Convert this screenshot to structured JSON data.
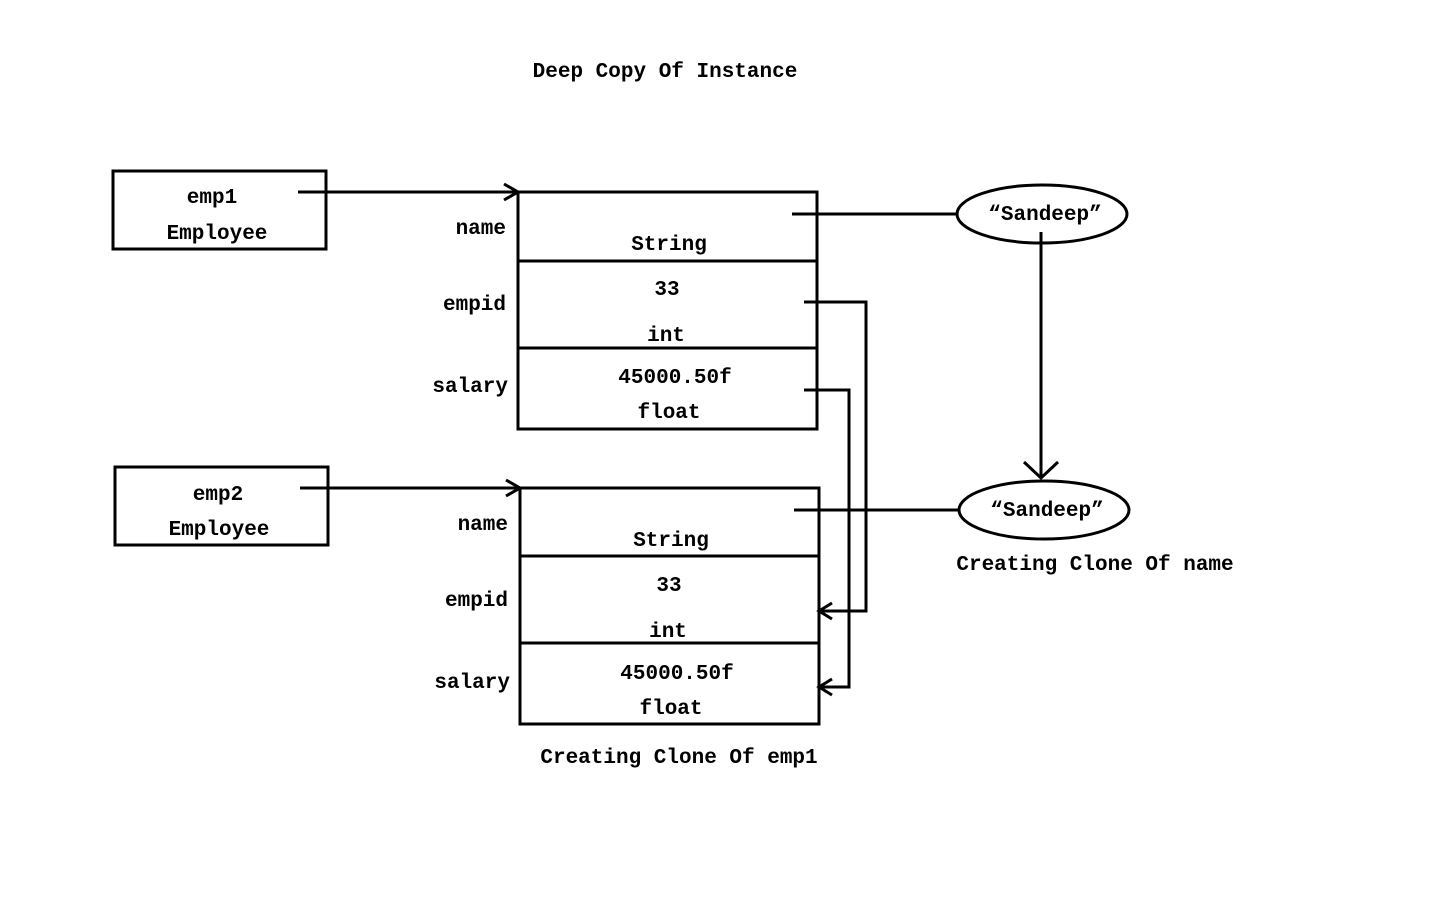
{
  "title": "Deep Copy Of Instance",
  "references": [
    {
      "var": "emp1",
      "type": "Employee"
    },
    {
      "var": "emp2",
      "type": "Employee"
    }
  ],
  "objects": [
    {
      "fields": [
        {
          "label": "name",
          "value": "",
          "type": "String"
        },
        {
          "label": "empid",
          "value": "33",
          "type": "int"
        },
        {
          "label": "salary",
          "value": "45000.50f",
          "type": "float"
        }
      ]
    },
    {
      "fields": [
        {
          "label": "name",
          "value": "",
          "type": "String"
        },
        {
          "label": "empid",
          "value": "33",
          "type": "int"
        },
        {
          "label": "salary",
          "value": "45000.50f",
          "type": "float"
        }
      ],
      "caption": "Creating Clone Of emp1"
    }
  ],
  "strings": [
    {
      "value": "“Sandeep”"
    },
    {
      "value": "“Sandeep”",
      "caption": "Creating Clone Of name"
    }
  ]
}
